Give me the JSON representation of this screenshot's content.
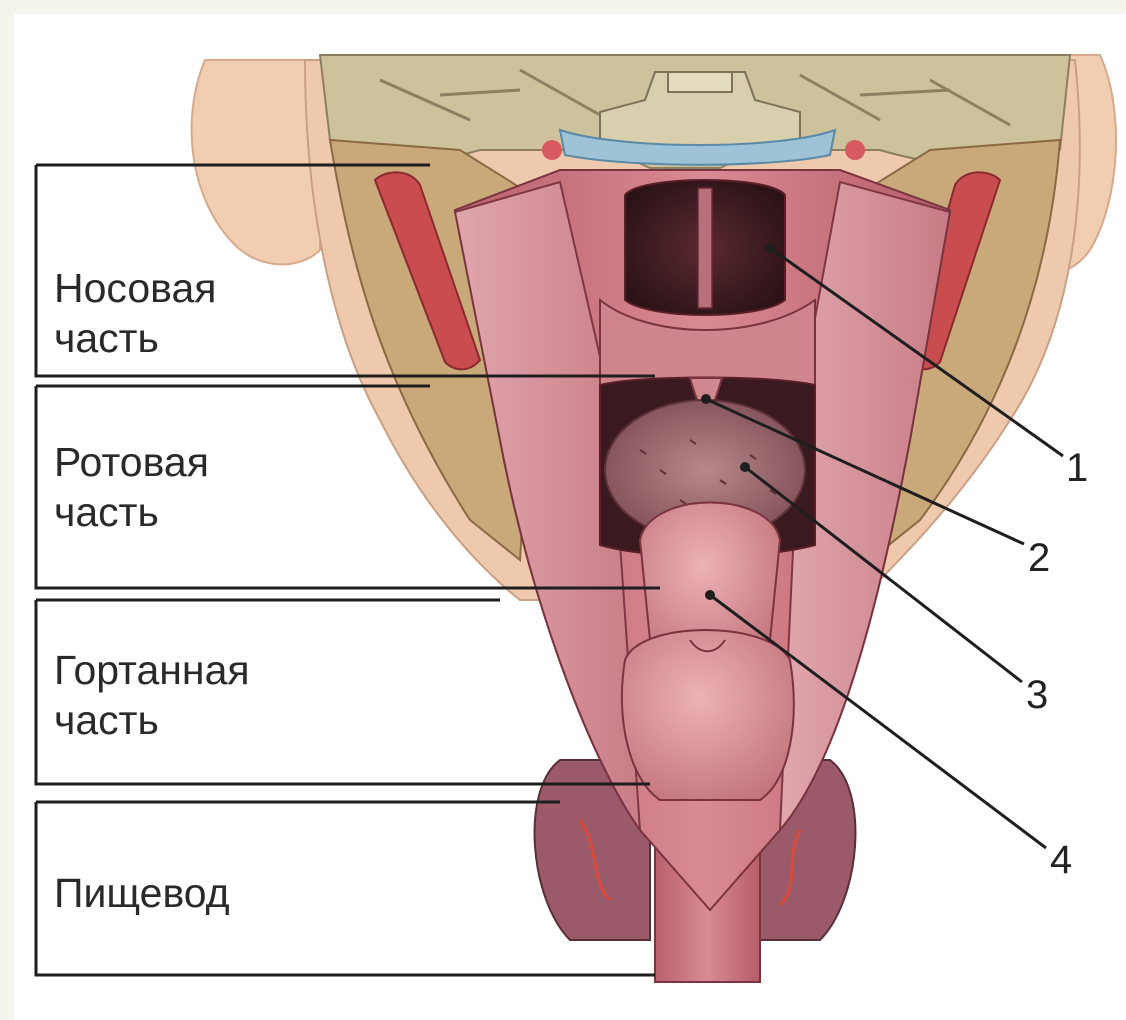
{
  "diagram": {
    "regions": [
      {
        "id": "nasal",
        "label": "Носовая\nчасть"
      },
      {
        "id": "oral",
        "label": "Ротовая\nчасть"
      },
      {
        "id": "laryngeal",
        "label": "Гортанная\nчасть"
      },
      {
        "id": "esophagus",
        "label": "Пищевод"
      }
    ],
    "callouts": [
      {
        "number": "1"
      },
      {
        "number": "2"
      },
      {
        "number": "3"
      },
      {
        "number": "4"
      }
    ]
  },
  "colors": {
    "background": "#f3f4ec",
    "tissue": "#c4707a",
    "tissue_dark": "#8e3d48",
    "bone": "#cdc29c",
    "skin": "#f2cfb4",
    "frame": "#1e1e1e"
  }
}
